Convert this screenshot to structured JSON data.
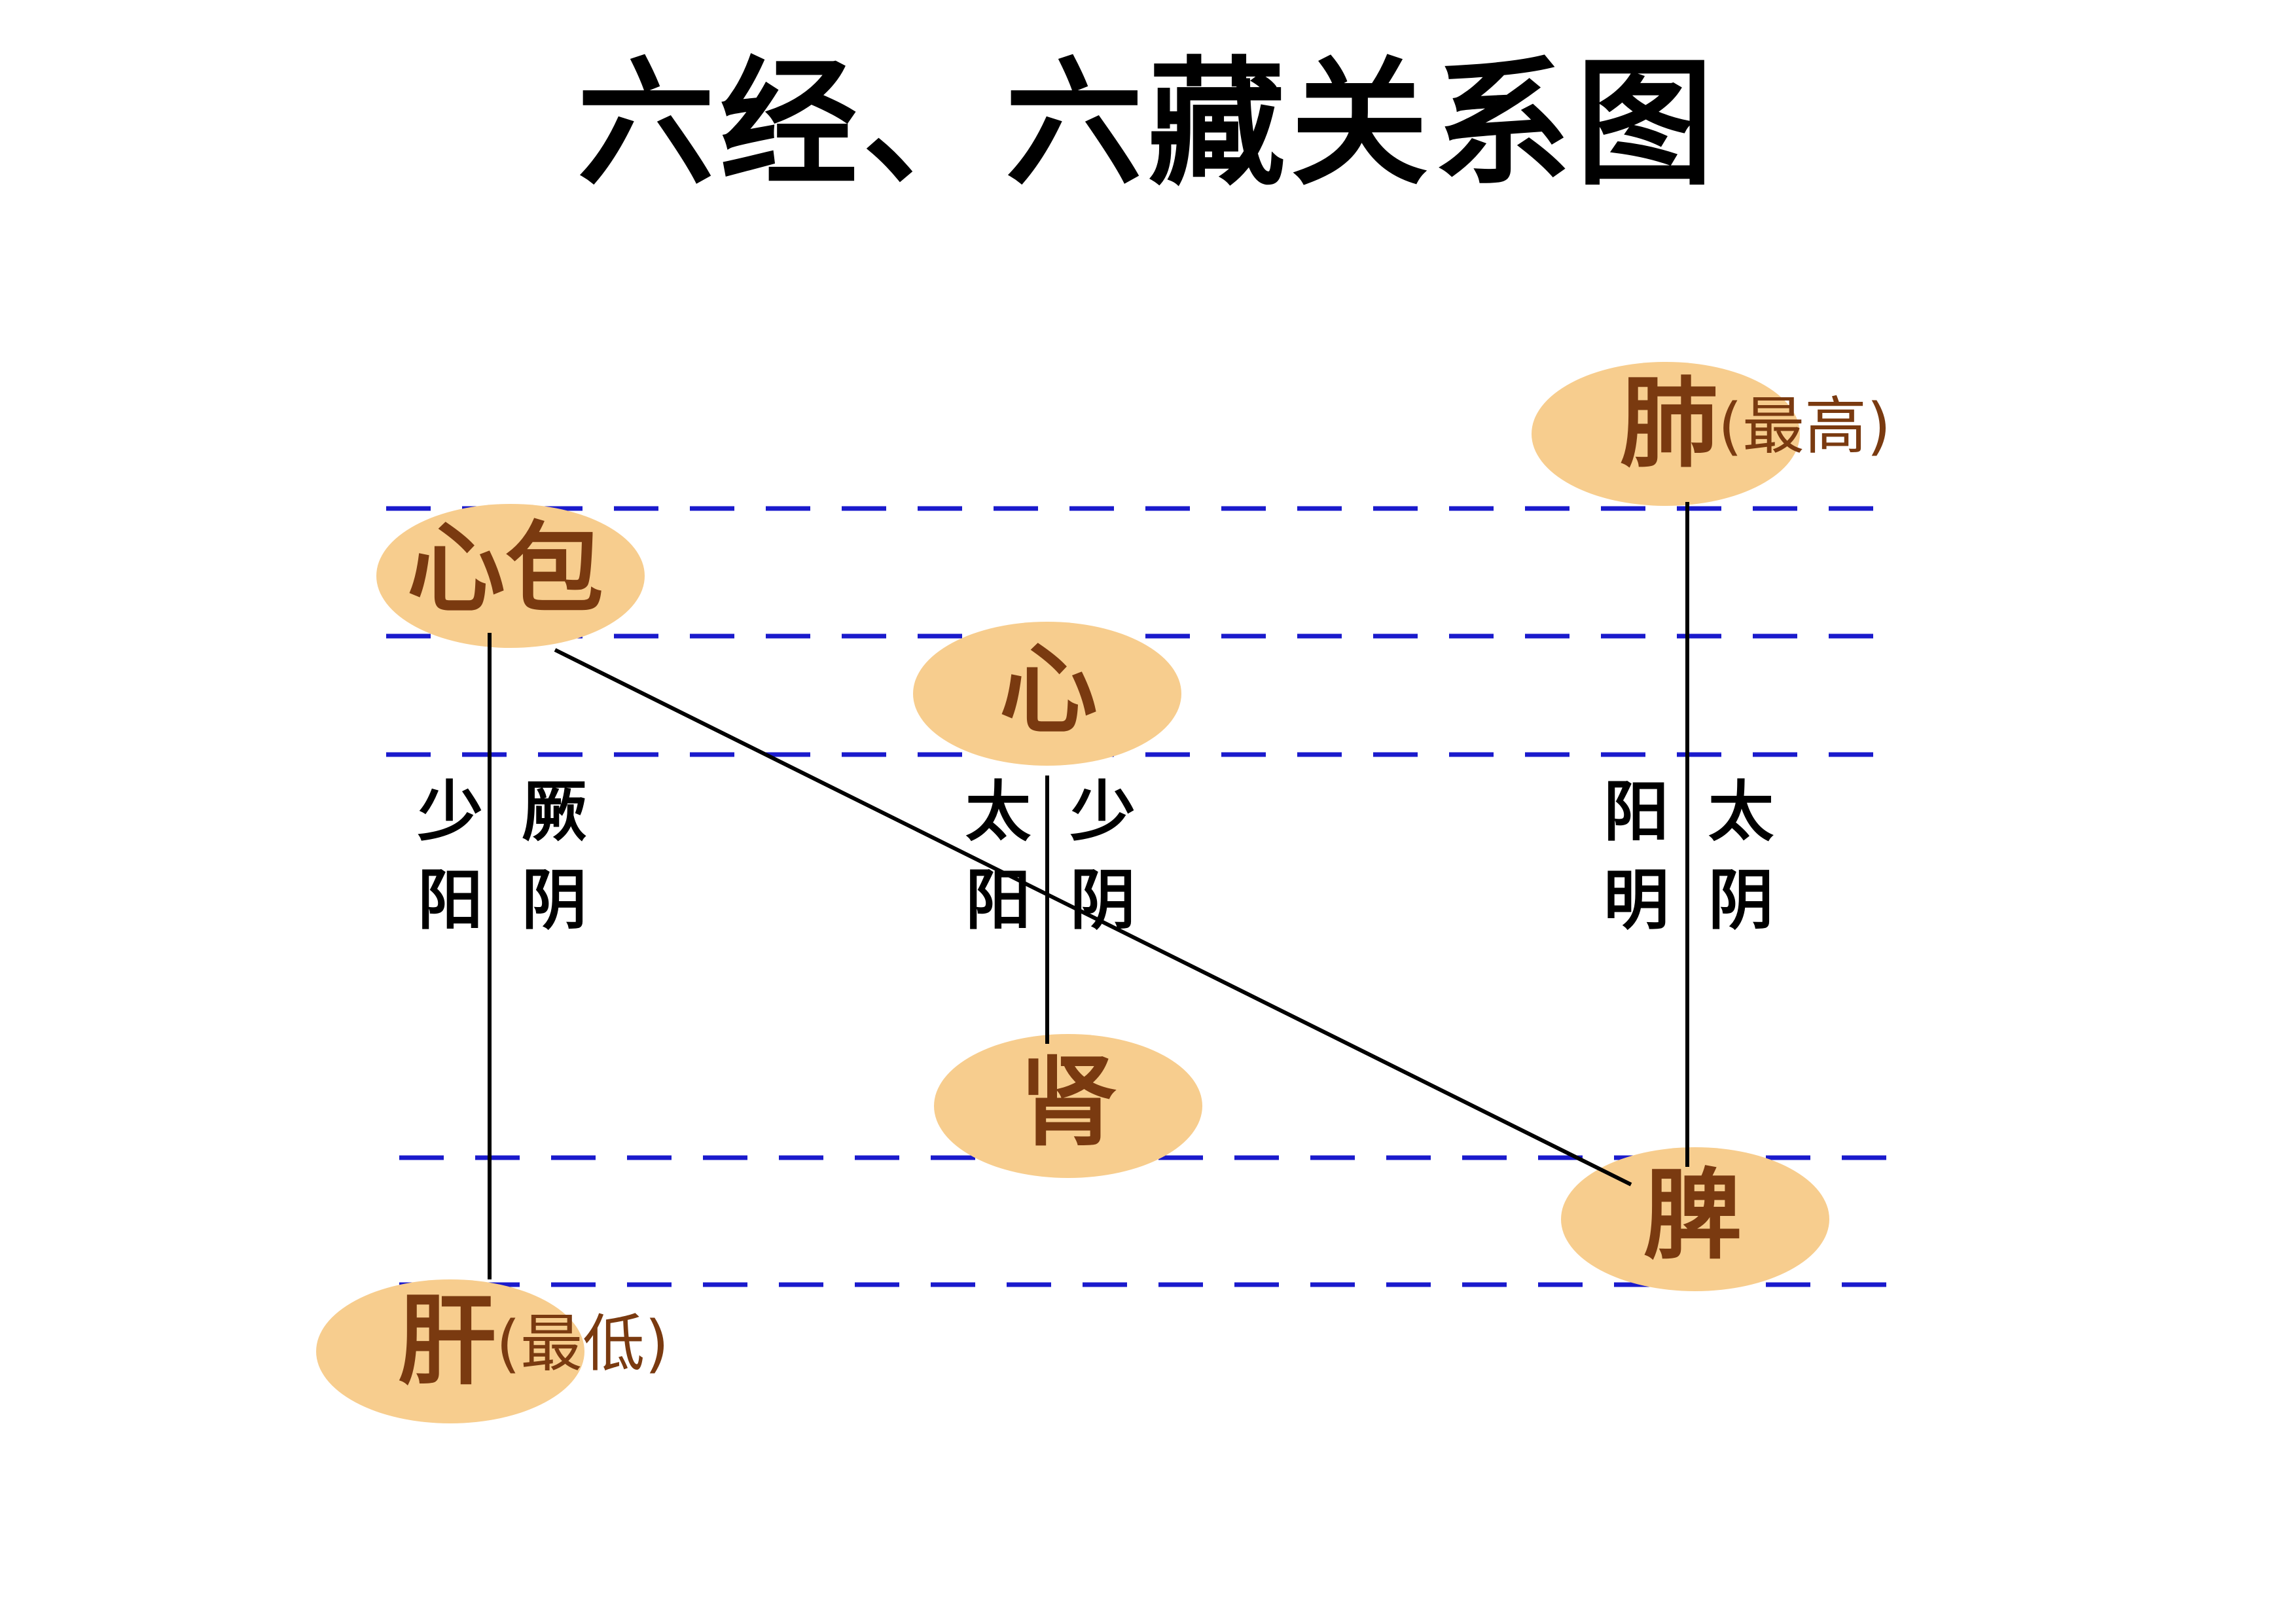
{
  "title": "六经、六藏关系图",
  "colors": {
    "level_line": "#1a1acc",
    "connector": "#000000",
    "organ_fill": "#f7cd8e",
    "organ_text": "#7a3a10",
    "meridian_text": "#000000"
  },
  "organs": {
    "lung": {
      "name": "肺",
      "note": "(最高)"
    },
    "pericardium": {
      "name": "心包",
      "note": ""
    },
    "heart": {
      "name": "心",
      "note": ""
    },
    "kidney": {
      "name": "肾",
      "note": ""
    },
    "spleen": {
      "name": "脾",
      "note": ""
    },
    "liver": {
      "name": "肝",
      "note": "(最低)"
    }
  },
  "meridians": {
    "shaoyang": [
      "少",
      "阳"
    ],
    "jueyin": [
      "厥",
      "阴"
    ],
    "taiyang": [
      "太",
      "阳"
    ],
    "shaoyin": [
      "少",
      "阴"
    ],
    "yangming": [
      "阳",
      "明"
    ],
    "taiyin": [
      "太",
      "阴"
    ]
  },
  "connections": [
    {
      "from": "pericardium",
      "to": "liver",
      "labels": [
        "shaoyang",
        "jueyin"
      ]
    },
    {
      "from": "heart",
      "to": "kidney",
      "labels": [
        "taiyang",
        "shaoyin"
      ]
    },
    {
      "from": "lung",
      "to": "spleen",
      "labels": [
        "yangming",
        "taiyin"
      ]
    },
    {
      "from": "pericardium",
      "to": "spleen",
      "labels": []
    }
  ]
}
